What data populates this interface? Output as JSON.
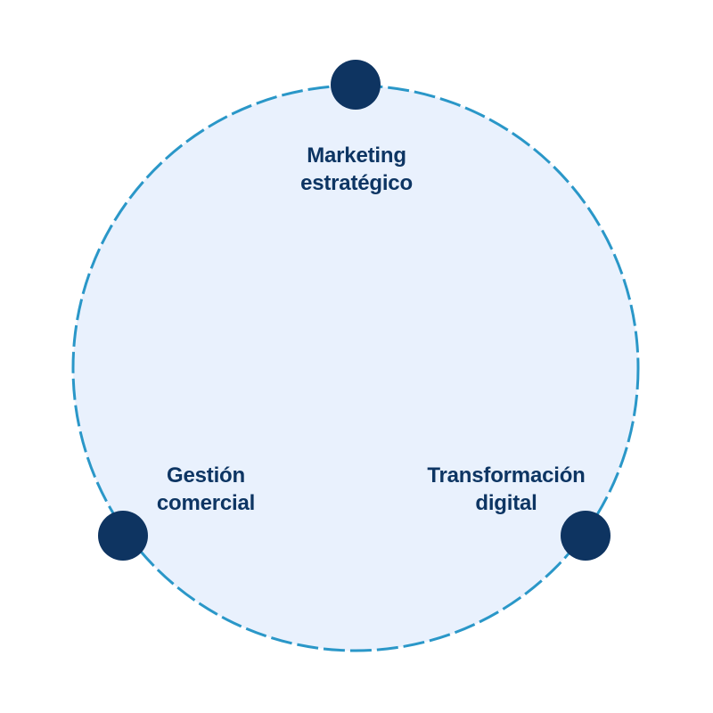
{
  "diagram": {
    "type": "cycle",
    "colors": {
      "circle_fill": "#e9f1fd",
      "circle_stroke": "#2a97c8",
      "node_fill": "#0e3461",
      "text": "#0d3563"
    },
    "nodes": [
      {
        "id": "marketing",
        "line1": "Marketing",
        "line2": "estratégico",
        "position": "top"
      },
      {
        "id": "gestion",
        "line1": "Gestión",
        "line2": "comercial",
        "position": "bottom-left"
      },
      {
        "id": "transformacion",
        "line1": "Transformación",
        "line2": "digital",
        "position": "bottom-right"
      }
    ]
  }
}
